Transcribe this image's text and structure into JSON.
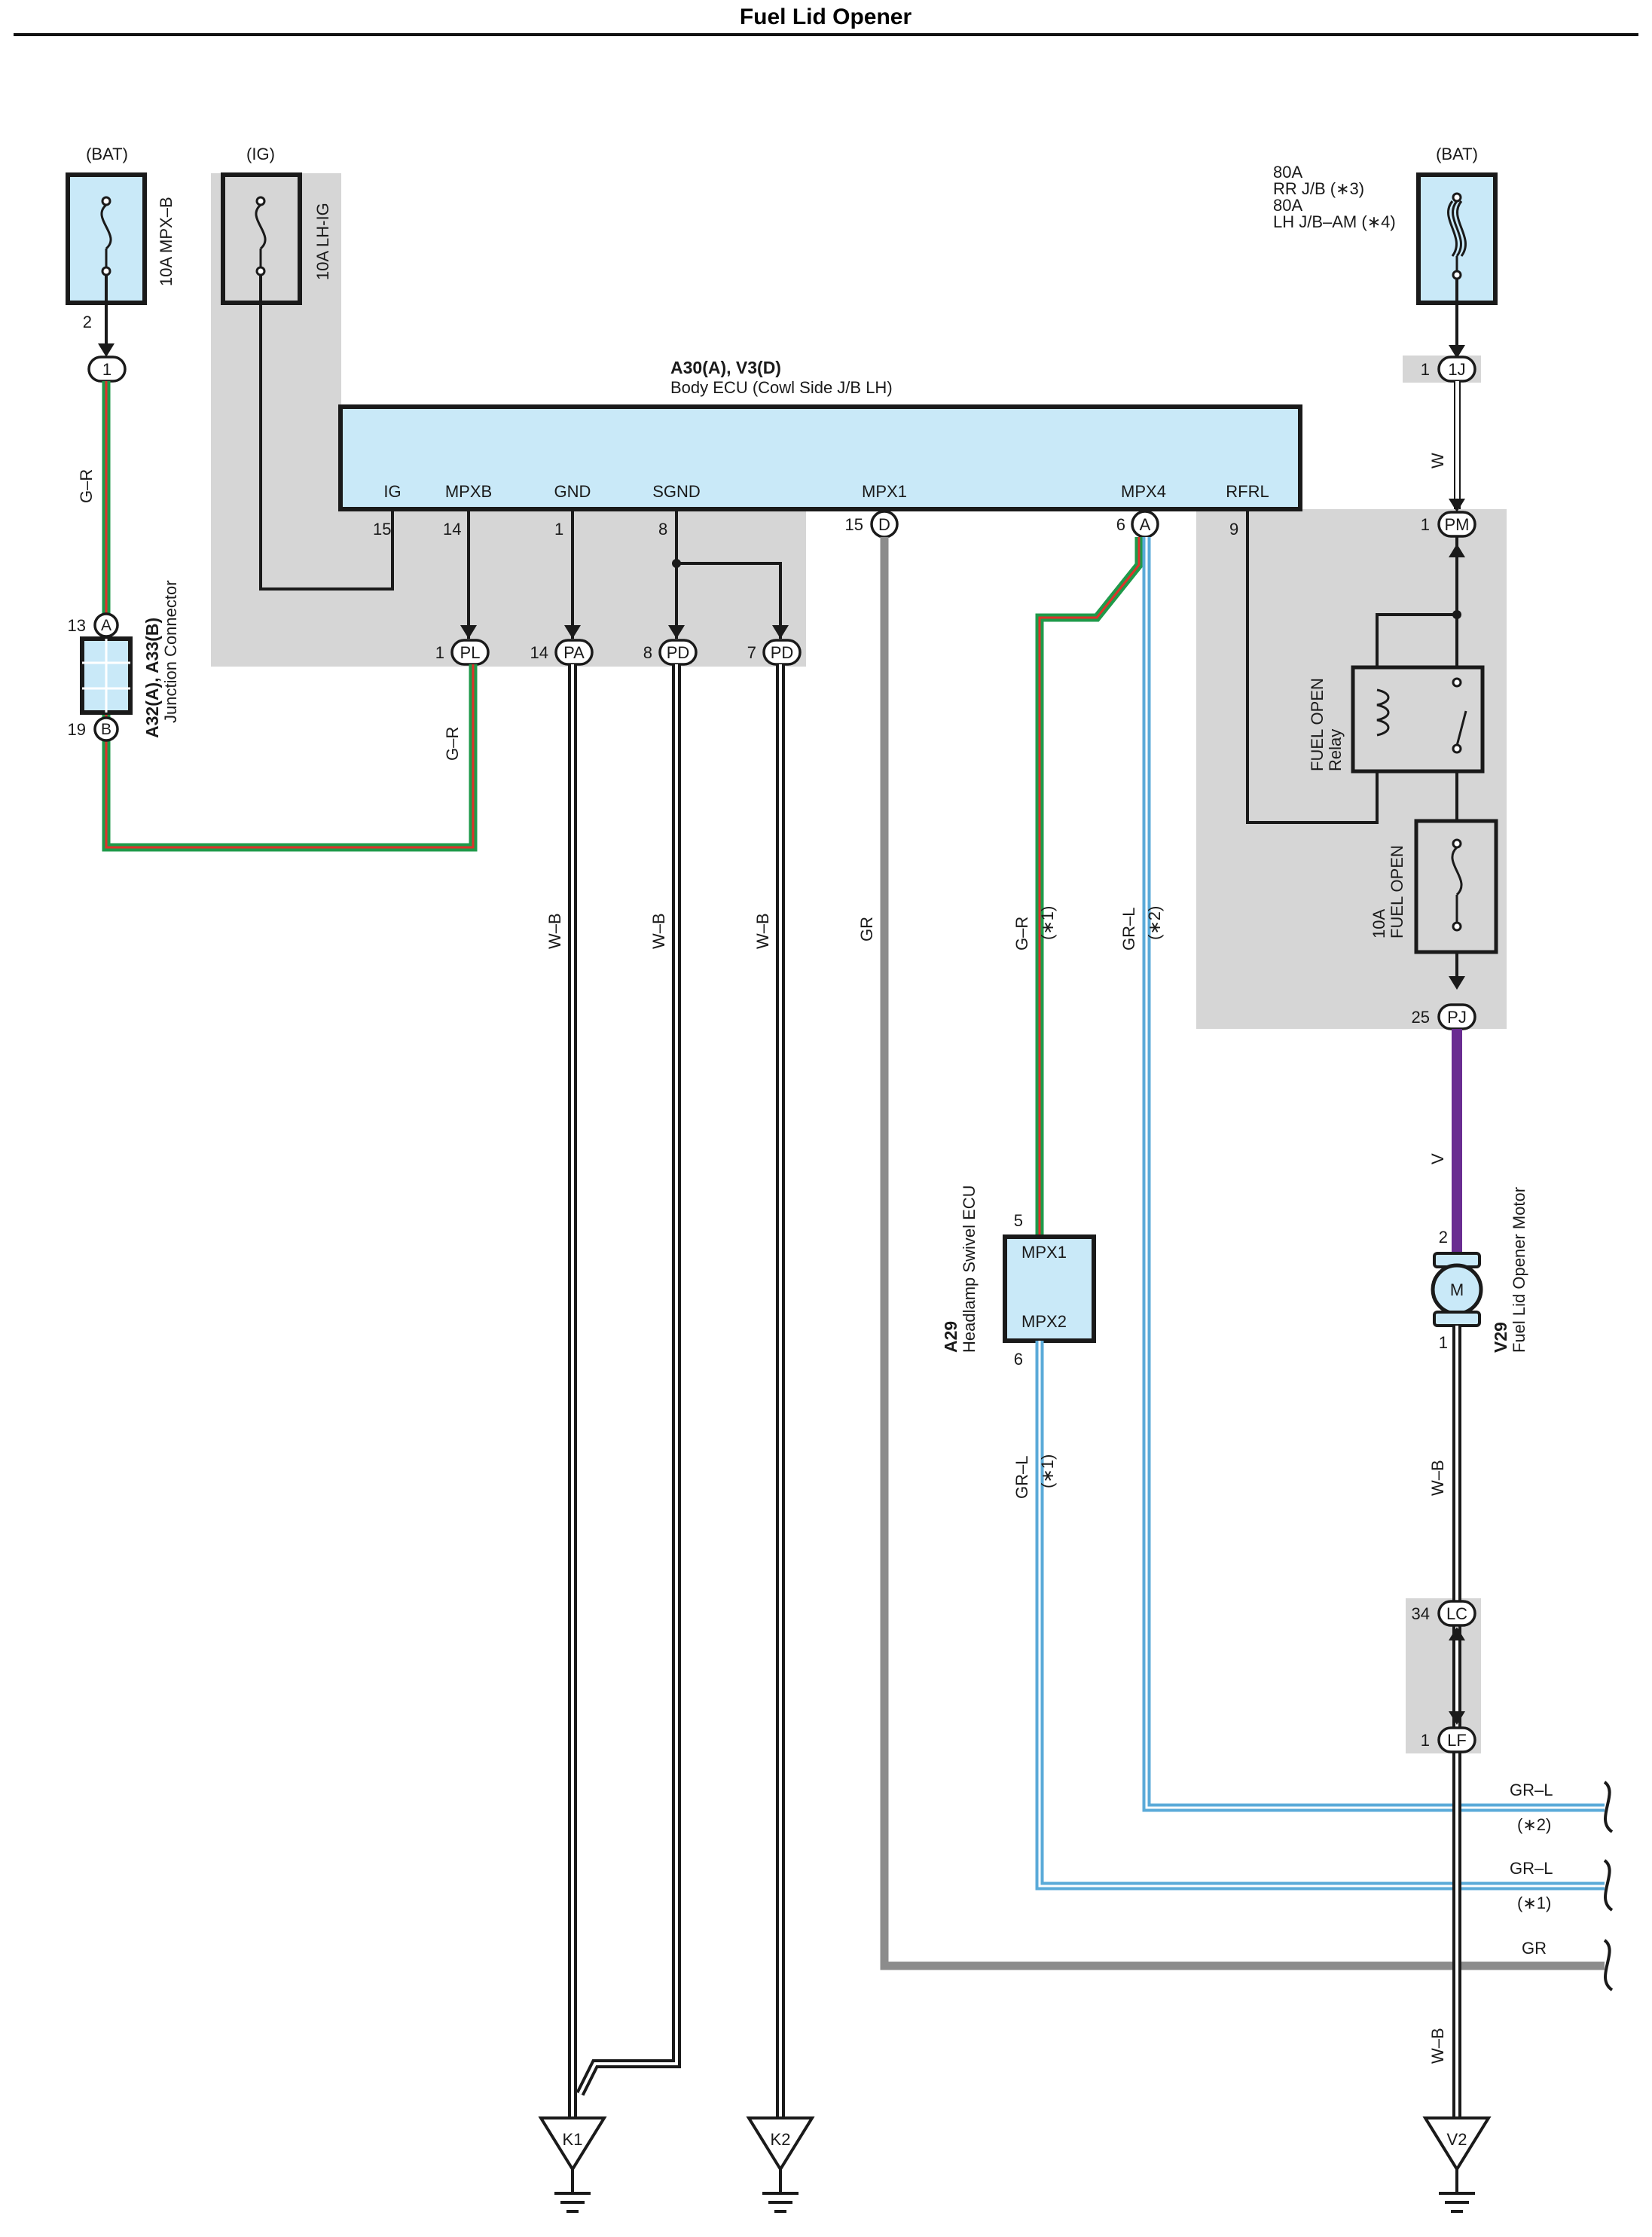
{
  "title": "Fuel Lid Opener",
  "colors": {
    "wire_gr_r_green": "#1e9a4a",
    "wire_gr_r_red": "#e0312a",
    "wire_gr_l_blue": "#5aaad8",
    "wire_gr": "#8c8c8c",
    "wire_v": "#6a2c91",
    "wire_w_b": "#1a1a1a",
    "component_fill": "#c9e9f8",
    "junction_block_fill": "#d6d6d6"
  },
  "power": {
    "bat_left": "(BAT)",
    "ig": "(IG)",
    "bat_right": "(BAT)",
    "fuse_mpxb": "10A MPX–B",
    "fuse_lhig": "10A LH-IG",
    "fuse_right_line1": "80A",
    "fuse_right_line2": "RR J/B (∗3)",
    "fuse_right_line3": "80A",
    "fuse_right_line4": "LH J/B–AM (∗4)"
  },
  "ecu": {
    "code": "A30(A), V3(D)",
    "name": "Body ECU (Cowl Side J/B LH)",
    "terminals": [
      "IG",
      "MPXB",
      "GND",
      "SGND",
      "MPX1",
      "MPX4",
      "RFRL"
    ],
    "pins": [
      "15",
      "14",
      "1",
      "8",
      "15",
      "6",
      "9"
    ]
  },
  "junction_connector": {
    "code": "A32(A), A33(B)",
    "name": "Junction Connector",
    "pin_a": "13",
    "pin_b": "19"
  },
  "headlamp_ecu": {
    "code": "A29",
    "name": "Headlamp Swivel ECU",
    "term1": "MPX1",
    "term2": "MPX2",
    "pin1": "5",
    "pin2": "6"
  },
  "relay": {
    "line1": "FUEL OPEN",
    "line2": "Relay"
  },
  "fuse_fuel_open": {
    "line1": "10A",
    "line2": "FUEL OPEN"
  },
  "motor": {
    "code": "V29",
    "name": "Fuel Lid Opener Motor",
    "symbol": "M",
    "pin_top": "2",
    "pin_bottom": "1"
  },
  "connectors": {
    "c1": "1",
    "c1_pin": "2",
    "pl": "PL",
    "pl_pin": "1",
    "pa": "PA",
    "pa_pin": "14",
    "pd": "PD",
    "pd1_pin": "8",
    "pd2_pin": "7",
    "a": "A",
    "b": "B",
    "d": "D",
    "j1": "1J",
    "j1_pin": "1",
    "pm": "PM",
    "pm_pin": "1",
    "pj": "PJ",
    "pj_pin": "25",
    "lc": "LC",
    "lc_pin": "34",
    "lf": "LF",
    "lf_pin": "1"
  },
  "wires": {
    "g_r": "G–R",
    "w_b": "W–B",
    "gr": "GR",
    "gr_l": "GR–L",
    "w": "W",
    "v": "V",
    "note1": "(∗1)",
    "note2": "(∗2)"
  },
  "grounds": [
    "K1",
    "K2",
    "V2"
  ]
}
